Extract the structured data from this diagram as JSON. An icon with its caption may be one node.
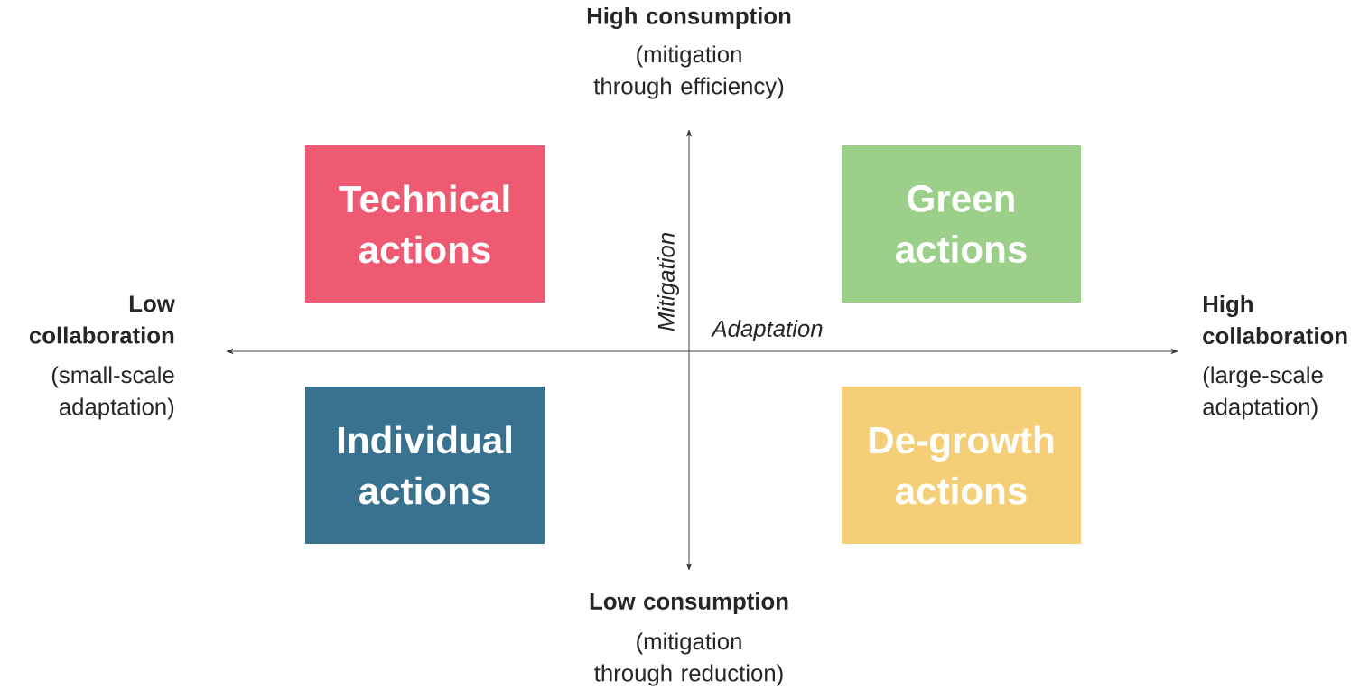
{
  "diagram": {
    "nodes": [
      {
        "text": [
          "Technical actions"
        ]
      },
      {
        "text": [
          "Green actions"
        ]
      },
      {
        "text": [
          "Individual actions"
        ]
      },
      {
        "text": [
          "De-growth actions"
        ]
      }
    ],
    "labels": [
      "High consumption",
      "(mitigation through efficiency)",
      "Low collaboration",
      "(small-scale adaptation)",
      "Mitigation",
      "Adaptation",
      "High collaboration",
      "(large-scale adaptation)",
      "Low consumption",
      "(mitigation through reduction)"
    ]
  }
}
